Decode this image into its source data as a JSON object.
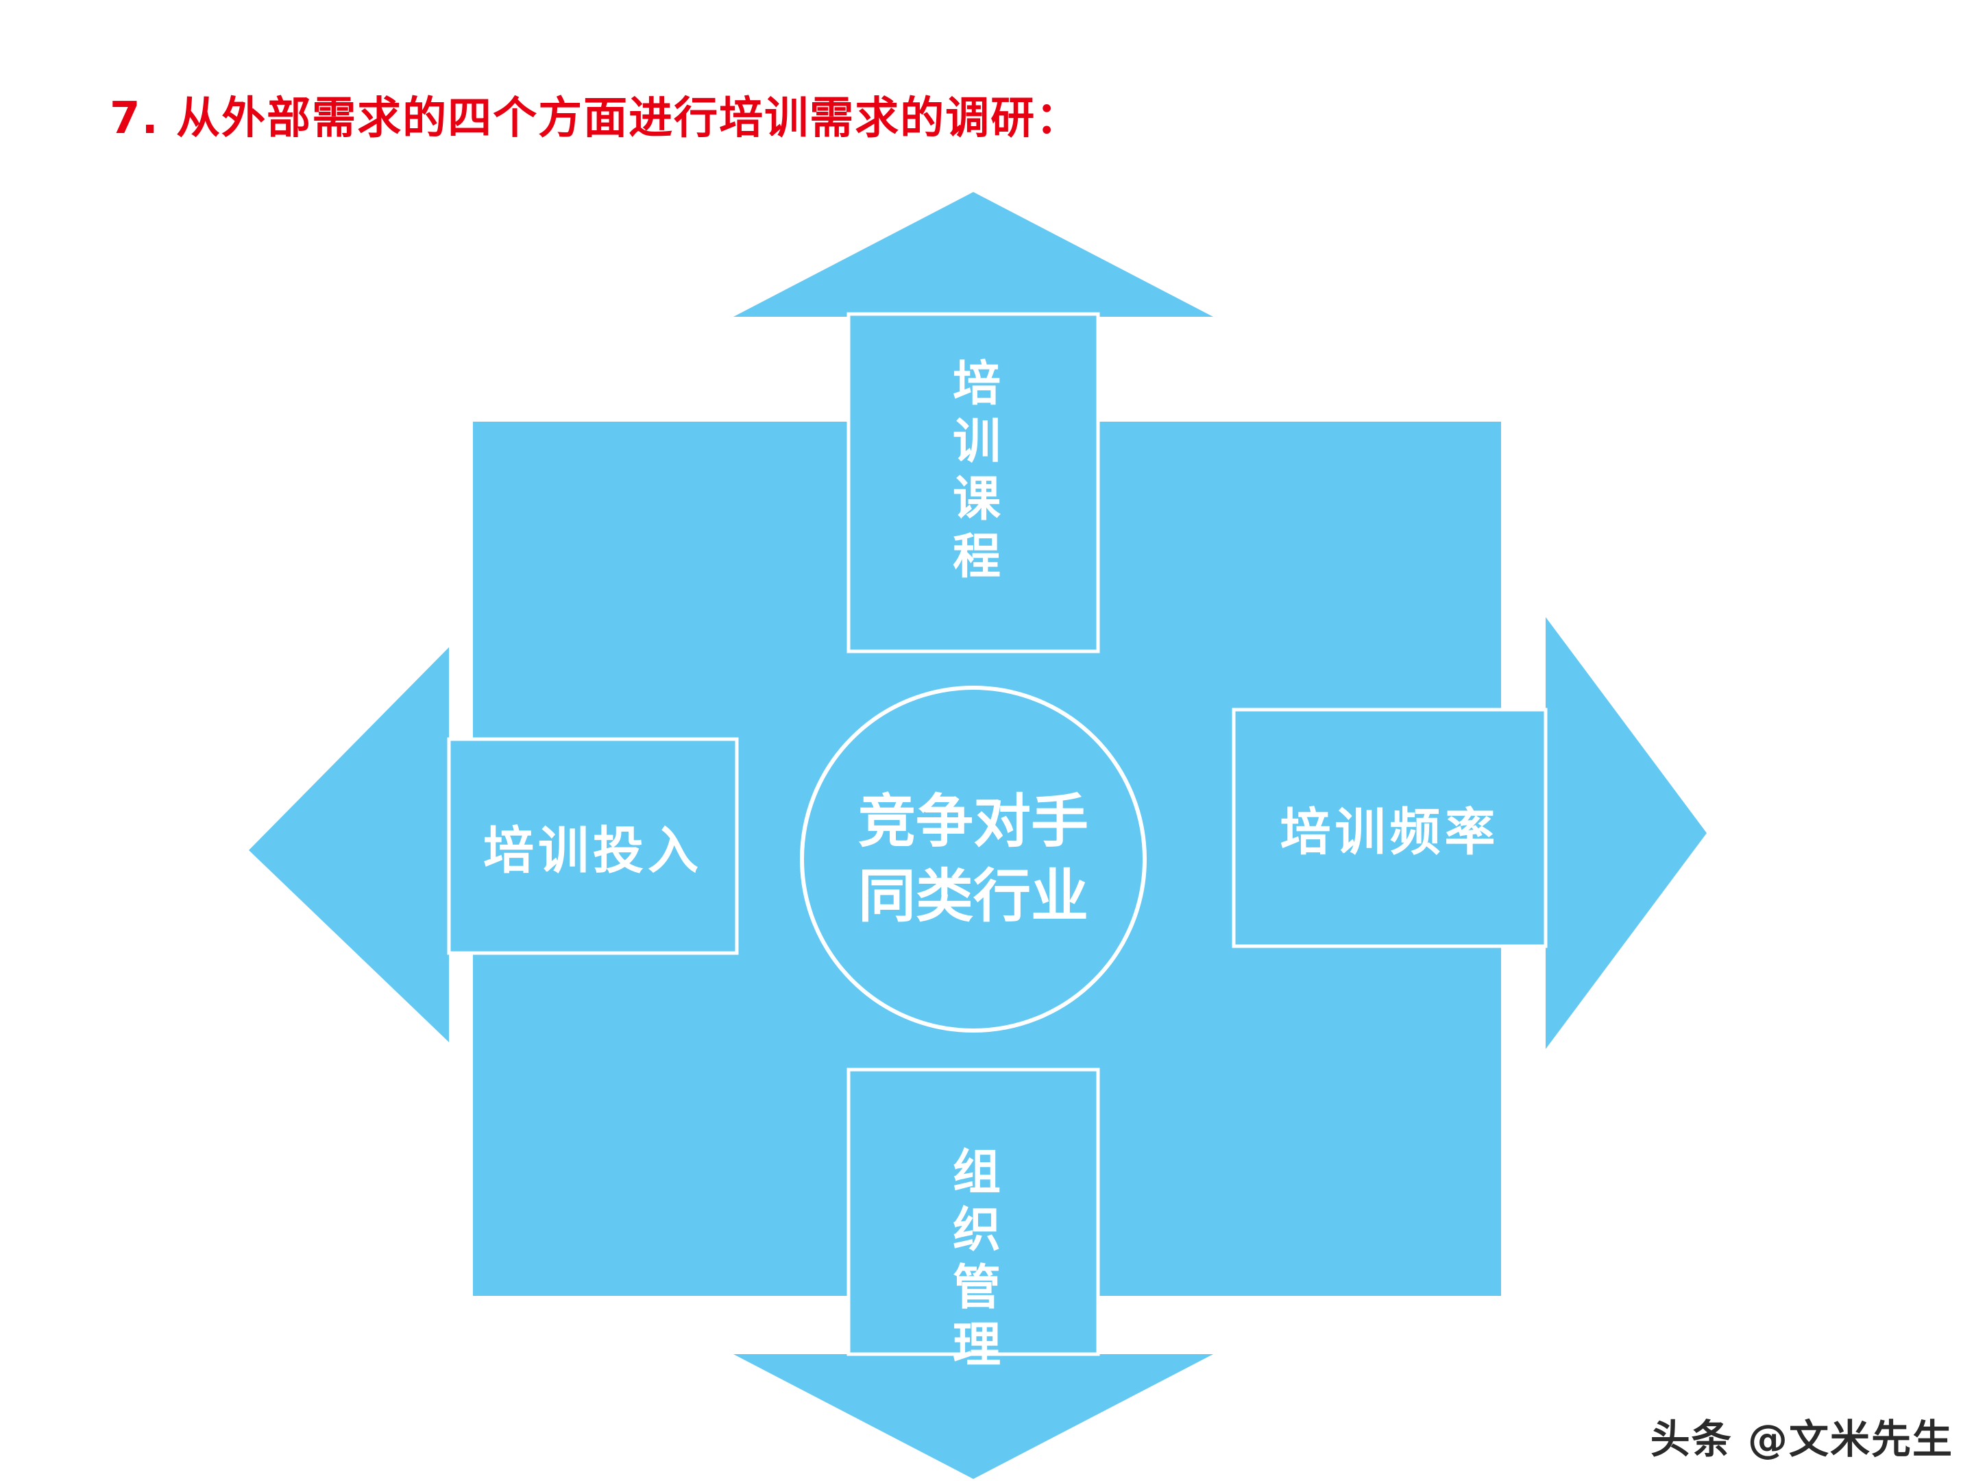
{
  "title": "7. 从外部需求的四个方面进行培训需求的调研：",
  "diagram": {
    "center_circle": {
      "line1": "竞争对手",
      "line2": "同类行业"
    },
    "arrows": {
      "top": {
        "label": "培训课程",
        "direction": "up"
      },
      "right": {
        "label": "培训频率",
        "direction": "right"
      },
      "bottom": {
        "label": "组织管理",
        "direction": "down"
      },
      "left": {
        "label": "培训投入",
        "direction": "left"
      }
    }
  },
  "watermark": "头条 @文米先生",
  "colors": {
    "arrow_blue": "#63c9f3",
    "title_red": "#e60012",
    "label_text": "#ffffff",
    "box_border": "#ffffff",
    "watermark_text": "#2a2a2a"
  }
}
